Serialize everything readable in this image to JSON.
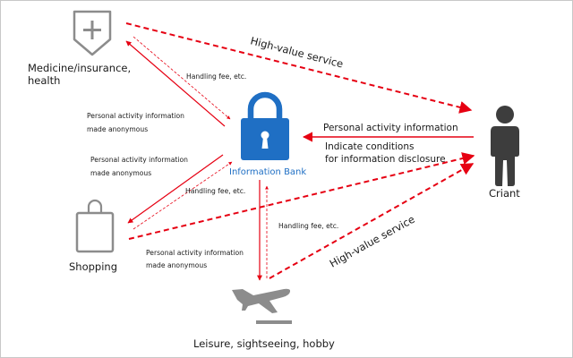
{
  "nodes": {
    "medicine": "Medicine/insurance,",
    "medicine_line2": "health",
    "shopping": "Shopping",
    "leisure": "Leisure, sightseeing, hobby",
    "criant": "Criant",
    "bank": "Information Bank"
  },
  "arrows": {
    "high_value_service_top": "High-value service",
    "high_value_service_bottom": "High-value service",
    "personal_activity_info": "Personal activity information",
    "indicate_conditions_1": "Indicate conditions",
    "indicate_conditions_2": "for information disclosure",
    "handling_fee_medicine": "Handling fee, etc.",
    "handling_fee_shopping": "Handling fee, etc.",
    "handling_fee_leisure": "Handling fee, etc.",
    "anon_medicine_1": "Personal activity information",
    "anon_medicine_2": "made anonymous",
    "anon_shopping_1": "Personal activity information",
    "anon_shopping_2": "made anonymous",
    "anon_leisure_1": "Personal activity information",
    "anon_leisure_2": "made anonymous"
  },
  "colors": {
    "arrow_red": "#e60012",
    "bank_blue": "#1f6fc4",
    "icon_gray": "#8c8c8c",
    "person_dark": "#3d3d3d"
  },
  "icons": [
    "medical-cross-icon",
    "lock-icon",
    "shopping-bag-icon",
    "airplane-icon",
    "person-icon"
  ]
}
